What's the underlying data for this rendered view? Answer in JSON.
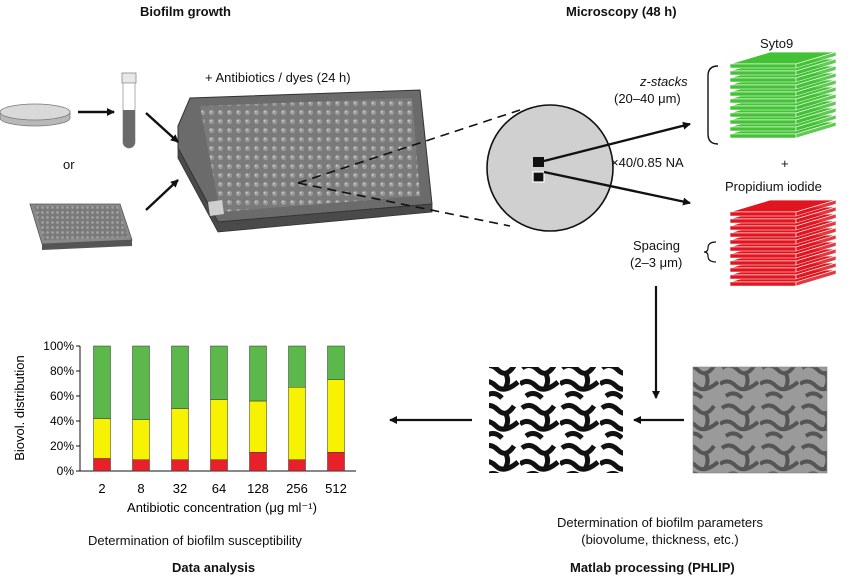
{
  "headings": {
    "biofilm_growth": "Biofilm growth",
    "microscopy": "Microscopy (48 h)",
    "data_analysis": "Data analysis",
    "matlab_processing": "Matlab processing (PHLIP)"
  },
  "labels": {
    "antibiotics_dyes": "+ Antibiotics / dyes (24 h)",
    "or": "or",
    "z_stacks_line1": "z-stacks",
    "z_stacks_line2": "(20–40 μm)",
    "objective": "×40/0.85 NA",
    "syto9": "Syto9",
    "plus": "+",
    "propidium_iodide": "Propidium iodide",
    "spacing_line1": "Spacing",
    "spacing_line2": "(2–3 μm)",
    "parameters_line1": "Determination of biofilm parameters",
    "parameters_line2": "(biovolume, thickness, etc.)",
    "susceptibility": "Determination of biofilm susceptibility"
  },
  "colors": {
    "green": "#5cb84a",
    "yellow": "#f6f200",
    "red": "#e8202a",
    "stack_green": "#44c236",
    "stack_red": "#e0151f",
    "plate_gray": "#6b6b6b"
  },
  "chart_data": {
    "type": "bar",
    "stacked": true,
    "categories": [
      "2",
      "8",
      "32",
      "64",
      "128",
      "256",
      "512"
    ],
    "series": [
      {
        "color": "red",
        "values": [
          10,
          9,
          9,
          9,
          15,
          9,
          15
        ]
      },
      {
        "color": "yellow",
        "values": [
          32,
          32,
          41,
          48,
          41,
          58,
          58
        ]
      },
      {
        "color": "green",
        "values": [
          58,
          59,
          50,
          43,
          44,
          33,
          27
        ]
      }
    ],
    "ylim": [
      0,
      100
    ],
    "yticks": [
      "0%",
      "20%",
      "40%",
      "60%",
      "80%",
      "100%"
    ],
    "ylabel": "Biovol. distribution",
    "xlabel": "Antibiotic concentration (μg ml⁻¹)",
    "grid": false,
    "legend": "none"
  }
}
